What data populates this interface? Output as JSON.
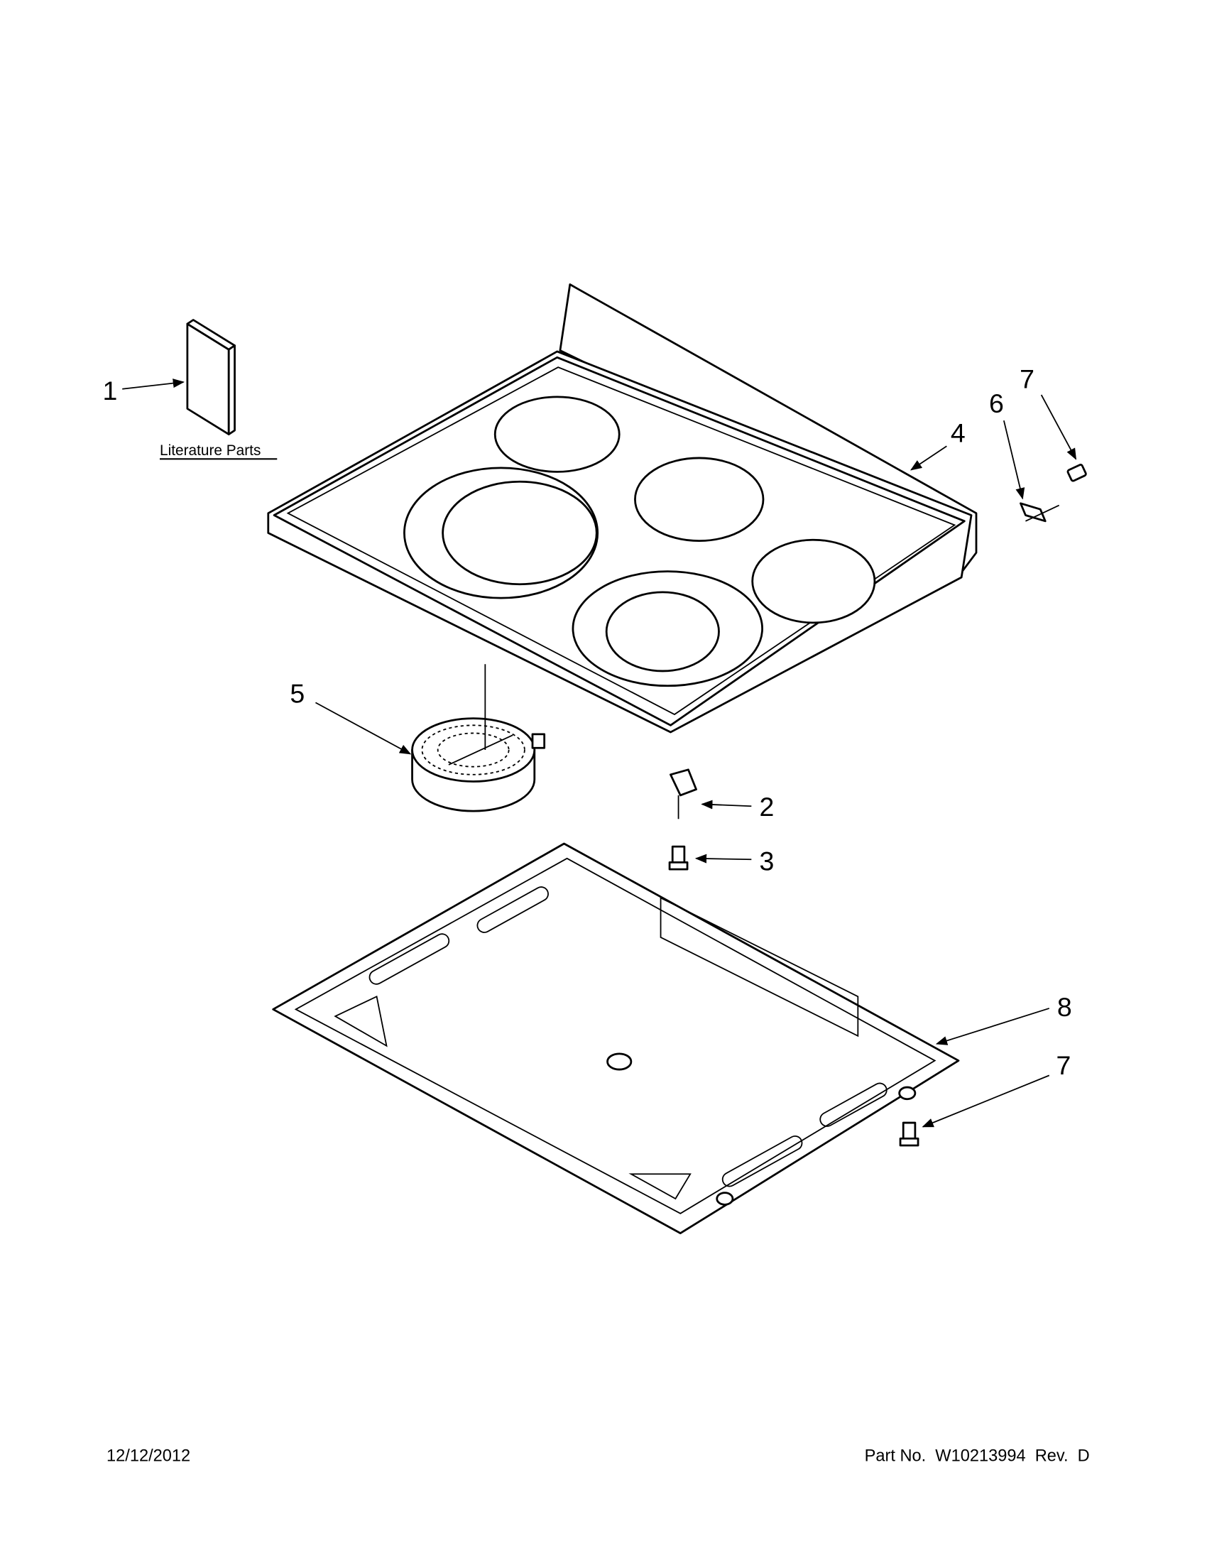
{
  "diagram": {
    "callouts": {
      "c1": "1",
      "c2": "2",
      "c3": "3",
      "c4": "4",
      "c5": "5",
      "c6": "6",
      "c7_top": "7",
      "c8": "8",
      "c7_bottom": "7"
    },
    "literature_caption": "Literature Parts"
  },
  "footer": {
    "date": "12/12/2012",
    "part_number": "Part No.  W10213994  Rev.  D"
  }
}
